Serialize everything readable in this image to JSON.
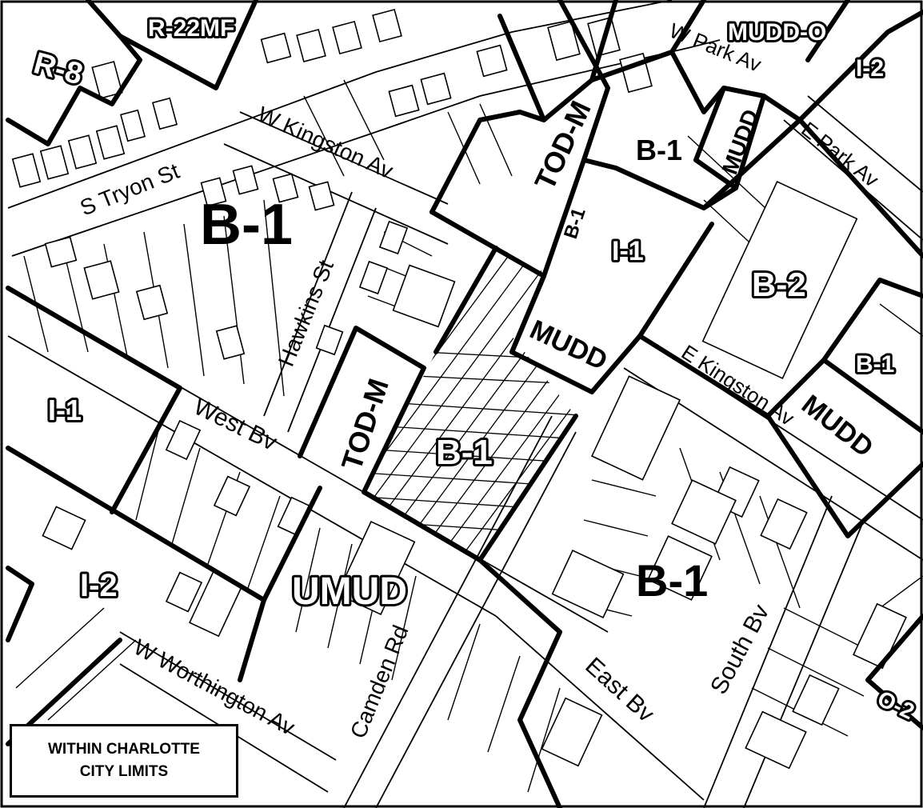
{
  "zones": {
    "r8": "R-8",
    "r22mf": "R-22MF",
    "mudd_o": "MUDD-O",
    "i2_top": "I-2",
    "tod_m_top": "TOD-M",
    "b1_top": "B-1",
    "mudd_vertical": "MUDD",
    "b1_large": "B-1",
    "b1_vertical": "B-1",
    "i1_top": "I-1",
    "b2": "B-2",
    "mudd_center": "MUDD",
    "b1_right": "B-1",
    "i1_left": "I-1",
    "tod_m_center": "TOD-M",
    "b1_hatched": "B-1",
    "mudd_right": "MUDD",
    "i2_left": "I-2",
    "umud": "UMUD",
    "b1_bottom": "B-1",
    "o2": "O-2"
  },
  "streets": {
    "w_park_av": "W Park Av",
    "e_park_av": "E Park Av",
    "w_kingston_av": "W Kingston Av",
    "s_tryon_st": "S Tryon St",
    "hawkins_st": "Hawkins St",
    "west_bv": "West Bv",
    "e_kingston_av": "E Kingston Av",
    "camden_rd": "Camden Rd",
    "south_bv": "South Bv",
    "east_bv": "East Bv",
    "w_worthington_av": "W Worthington Av"
  },
  "legend": {
    "line1": "WITHIN CHARLOTTE",
    "line2": "CITY LIMITS"
  }
}
